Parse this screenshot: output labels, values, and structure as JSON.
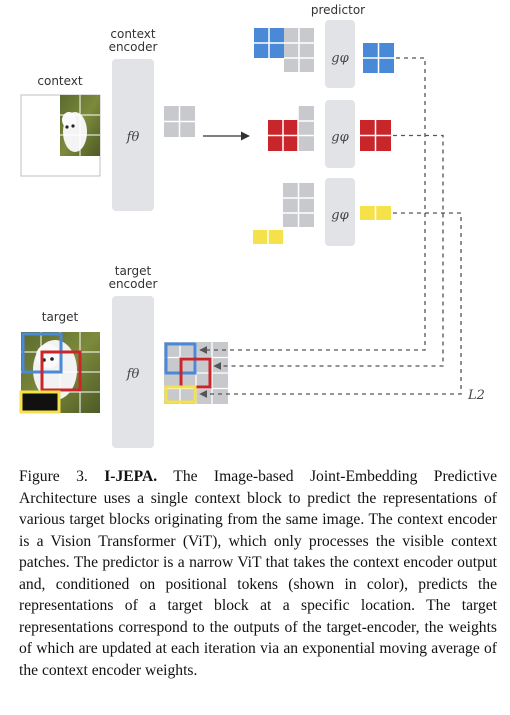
{
  "diagram": {
    "labels": {
      "predictor": "predictor",
      "context_encoder_line1": "context",
      "context_encoder_line2": "encoder",
      "context": "context",
      "target_encoder_line1": "target",
      "target_encoder_line2": "encoder",
      "target": "target",
      "context_encoder_fn": "fθ",
      "target_encoder_fn": "fθ",
      "predictor_fn": "gφ",
      "loss": "L2"
    },
    "colors": {
      "encoder_block": "#e2e3e7",
      "patch_gray": "#c8c9cd",
      "blue": "#4a88d8",
      "red": "#c9262b",
      "yellow": "#f5e14a",
      "dashed": "#555555"
    }
  },
  "caption": {
    "label": "Figure 3.",
    "title": "I-JEPA.",
    "body": "The Image-based Joint-Embedding Predictive Architecture uses a single context block to predict the representations of various target blocks originating from the same image. The context encoder is a Vision Transformer (ViT), which only processes the visible context patches. The predictor is a narrow ViT that takes the context encoder output and, conditioned on positional tokens (shown in color), predicts the representations of a target block at a specific location. The target representations correspond to the outputs of the target-encoder, the weights of which are updated at each iteration via an exponential moving average of the context encoder weights."
  }
}
